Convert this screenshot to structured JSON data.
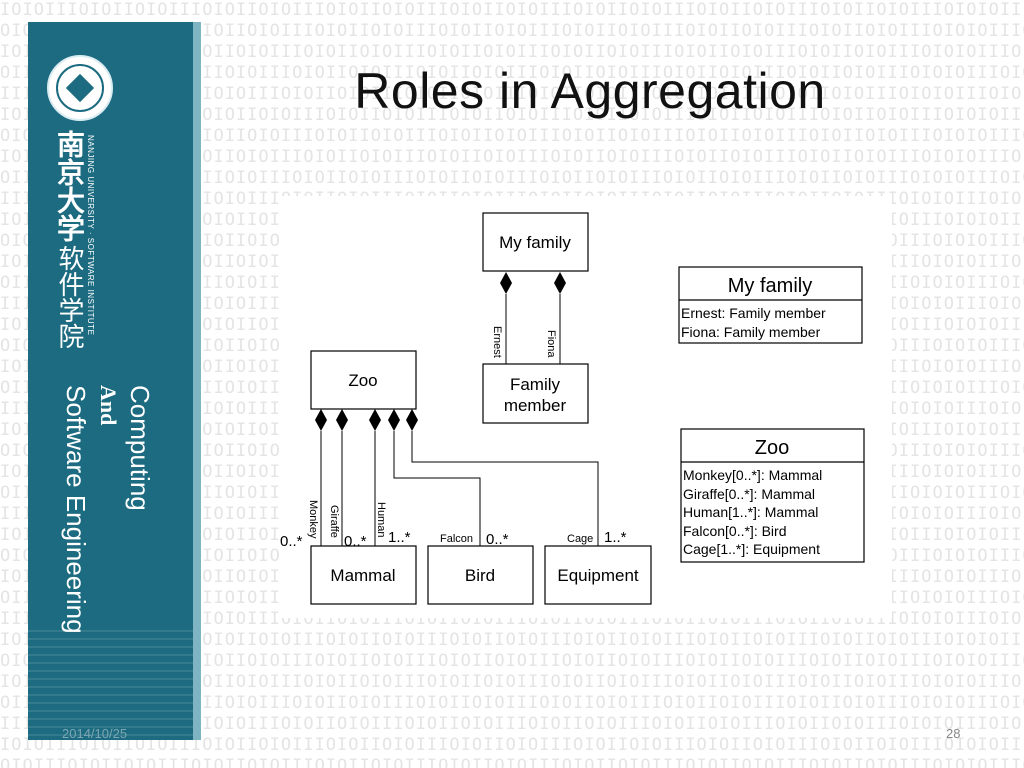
{
  "slide": {
    "title": "Roles in Aggregation",
    "date": "2014/10/25",
    "page_number": "28"
  },
  "sidebar": {
    "university_cn": "南京大学",
    "institute_cn": "软件学院",
    "university_en": "NANJING UNIVERSITY · SOFTWARE INSTITUTE",
    "dept_line1": "Computing",
    "dept_line2": "And",
    "dept_line3": "Software Engineering"
  },
  "diagram": {
    "classes": {
      "my_family": "My family",
      "family_member_1": "Family",
      "family_member_2": "member",
      "zoo": "Zoo",
      "mammal": "Mammal",
      "bird": "Bird",
      "equipment": "Equipment"
    },
    "roles": {
      "ernest": "Ernest",
      "fiona": "Fiona",
      "monkey": "Monkey",
      "giraffe": "Giraffe",
      "human": "Human",
      "falcon": "Falcon",
      "cage": "Cage"
    },
    "multiplicities": {
      "monkey": "0..*",
      "giraffe": "0..*",
      "human": "1..*",
      "falcon": "0..*",
      "cage": "1..*"
    },
    "my_family_box": {
      "title": "My family",
      "attributes": [
        "Ernest: Family member",
        "Fiona: Family member"
      ]
    },
    "zoo_box": {
      "title": "Zoo",
      "attributes": [
        "Monkey[0..*]: Mammal",
        "Giraffe[0..*]: Mammal",
        "Human[1..*]: Mammal",
        "Falcon[0..*]: Bird",
        "Cage[1..*]: Equipment"
      ]
    }
  }
}
